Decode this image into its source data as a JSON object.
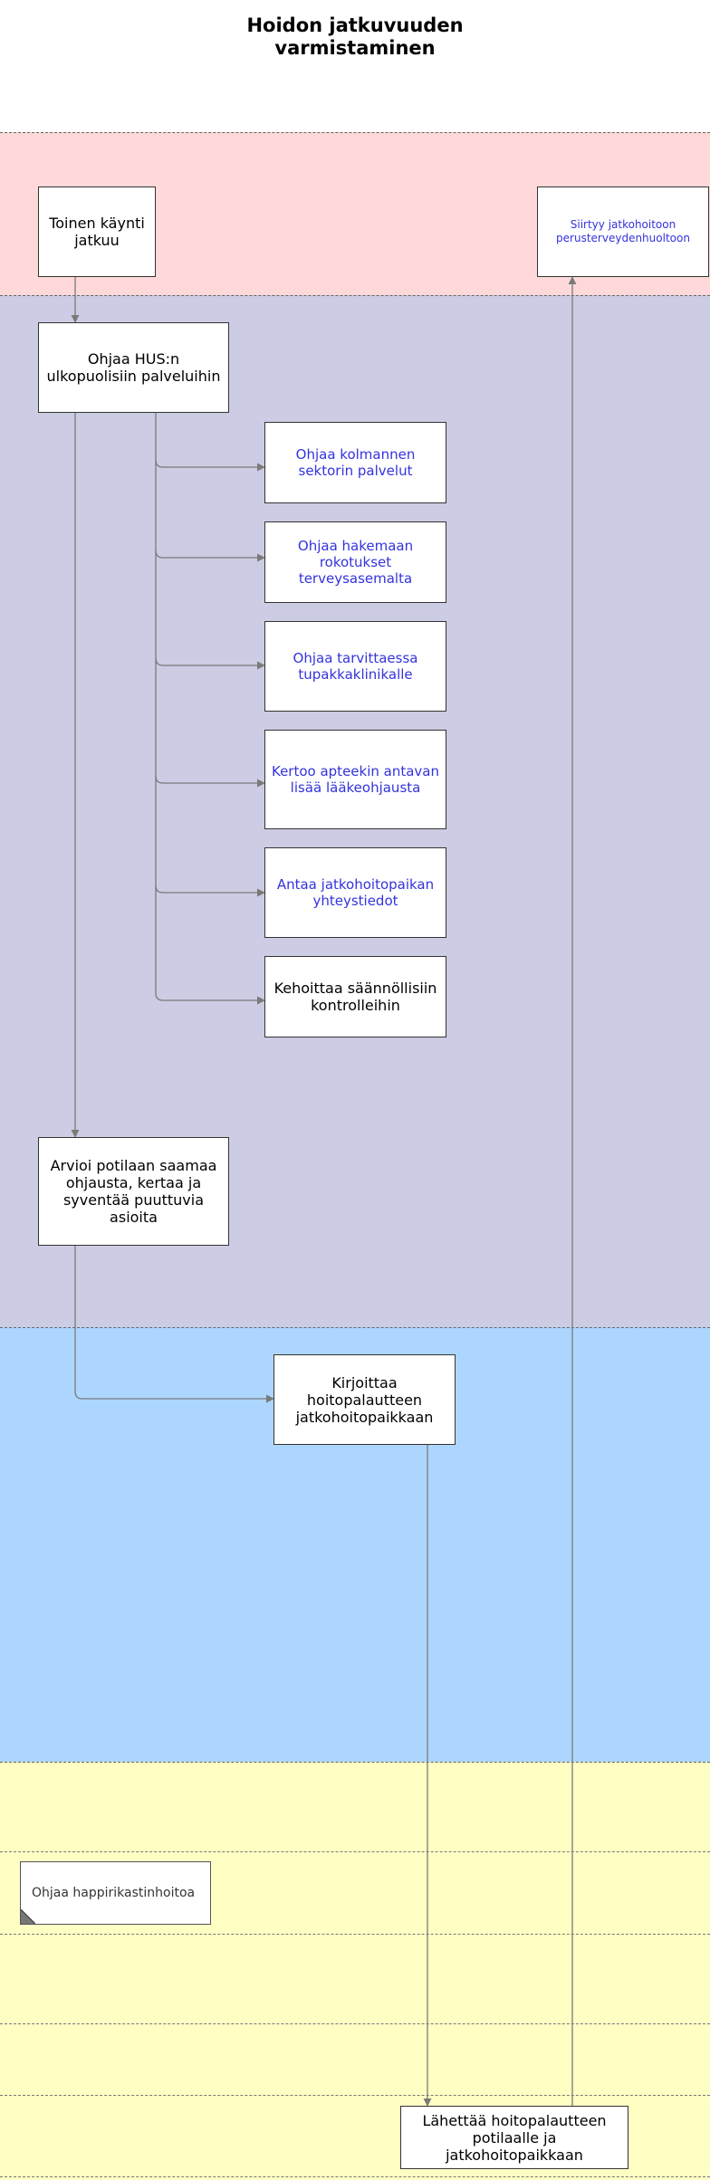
{
  "title_line1": "Hoidon jatkuvuuden",
  "title_line2": "varmistaminen",
  "colors": {
    "lane_pink": "#ffd9d9",
    "lane_lavender": "#cccce4",
    "lane_blue": "#add6ff",
    "lane_yellow": "#ffffc4",
    "connector": "#7a7a7a",
    "link_text": "#3333dd"
  },
  "boxes": {
    "toinen_kaynti": "Toinen käynti jatkuu",
    "siirtyy": "Siirtyy jatkohoitoon perusterveydenhuoltoon",
    "ohjaa_hus": "Ohjaa HUS:n ulkopuolisiin palveluihin",
    "kolmas_sektori": "Ohjaa kolmannen sektorin palvelut",
    "rokotukset": "Ohjaa hakemaan rokotukset terveysasemalta",
    "tupakka": "Ohjaa tarvittaessa tupakkaklinikalle",
    "apteekki": "Kertoo apteekin antavan lisää lääkeohjausta",
    "yhteystiedot": "Antaa jatkohoitopaikan yhteystiedot",
    "kontrollit": "Kehoittaa säännöllisiin kontrolleihin",
    "arvioi": "Arvioi potilaan saamaa ohjausta, kertaa ja syventää puuttuvia asioita",
    "kirjoittaa": "Kirjoittaa hoitopalautteen jatkohoitopaikkaan",
    "lahettaa": "Lähettää hoitopalautteen potilaalle ja jatkohoitopaikkaan"
  },
  "note": "Ohjaa happirikastinhoitoa"
}
